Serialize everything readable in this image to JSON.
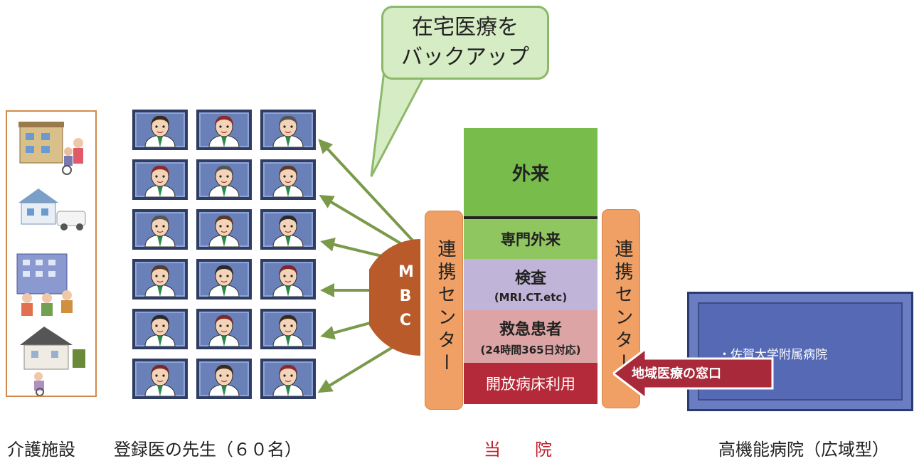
{
  "bubble": {
    "line1": "在宅医療を",
    "line2": "バックアップ"
  },
  "mbc": {
    "letters": [
      "M",
      "B",
      "C"
    ]
  },
  "liaison_left": "連携センター",
  "liaison_right": "連携センター",
  "hospital": {
    "outpatient": "外来",
    "specialty": "専門外来",
    "exam": "検査",
    "exam_sub": "(MRI.CT.etc)",
    "emergency": "救急患者",
    "emergency_sub": "(24時間365日対応)",
    "open_bed": "開放病床利用"
  },
  "regional_window": "地域医療の窓口",
  "university": "・佐賀大学附属病院",
  "labels": {
    "care": "介護施設",
    "doctors": "登録医の先生（６０名）",
    "hospital": "当　　院",
    "advanced": "高機能病院（広域型）"
  },
  "colors": {
    "arrow": "#7a9a4a",
    "pillar": "#f0a064",
    "mbc": "#b85a2a",
    "hospital_label": "#c0202a",
    "university": "#5569b5"
  },
  "icons": [
    "doctor-portrait-icon",
    "nursing-facility-icon",
    "arrow-right-icon"
  ]
}
